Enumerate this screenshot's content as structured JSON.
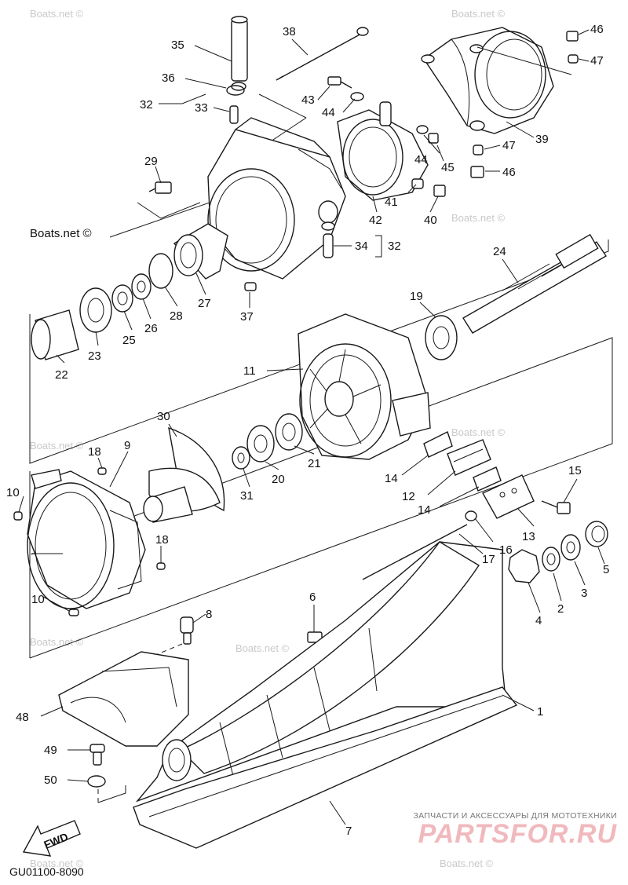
{
  "diagram": {
    "code": "GU01100-8090",
    "fwd_label": "FWD",
    "watermark": "Boats.net ©",
    "brand_tagline": "ЗАПЧАСТИ И АКСЕССУАРЫ ДЛЯ МОТОТЕХНИКИ",
    "brand_name": "PARTSFOR.RU",
    "callouts": {
      "n1": "1",
      "n2": "2",
      "n3": "3",
      "n4": "4",
      "n5": "5",
      "n6": "6",
      "n7": "7",
      "n8": "8",
      "n9": "9",
      "n10a": "10",
      "n10b": "10",
      "n11": "11",
      "n12": "12",
      "n13": "13",
      "n14a": "14",
      "n14b": "14",
      "n15": "15",
      "n16": "16",
      "n17": "17",
      "n18a": "18",
      "n18b": "18",
      "n19": "19",
      "n20": "20",
      "n21": "21",
      "n22": "22",
      "n23": "23",
      "n24": "24",
      "n25": "25",
      "n26": "26",
      "n27": "27",
      "n28": "28",
      "n29": "29",
      "n30": "30",
      "n31": "31",
      "n32a": "32",
      "n32b": "32",
      "n33": "33",
      "n34": "34",
      "n35": "35",
      "n36": "36",
      "n37": "37",
      "n38": "38",
      "n39": "39",
      "n40": "40",
      "n41": "41",
      "n42": "42",
      "n43": "43",
      "n44a": "44",
      "n44b": "44",
      "n45": "45",
      "n46a": "46",
      "n46b": "46",
      "n47a": "47",
      "n47b": "47",
      "n48": "48",
      "n49": "49",
      "n50": "50"
    }
  }
}
